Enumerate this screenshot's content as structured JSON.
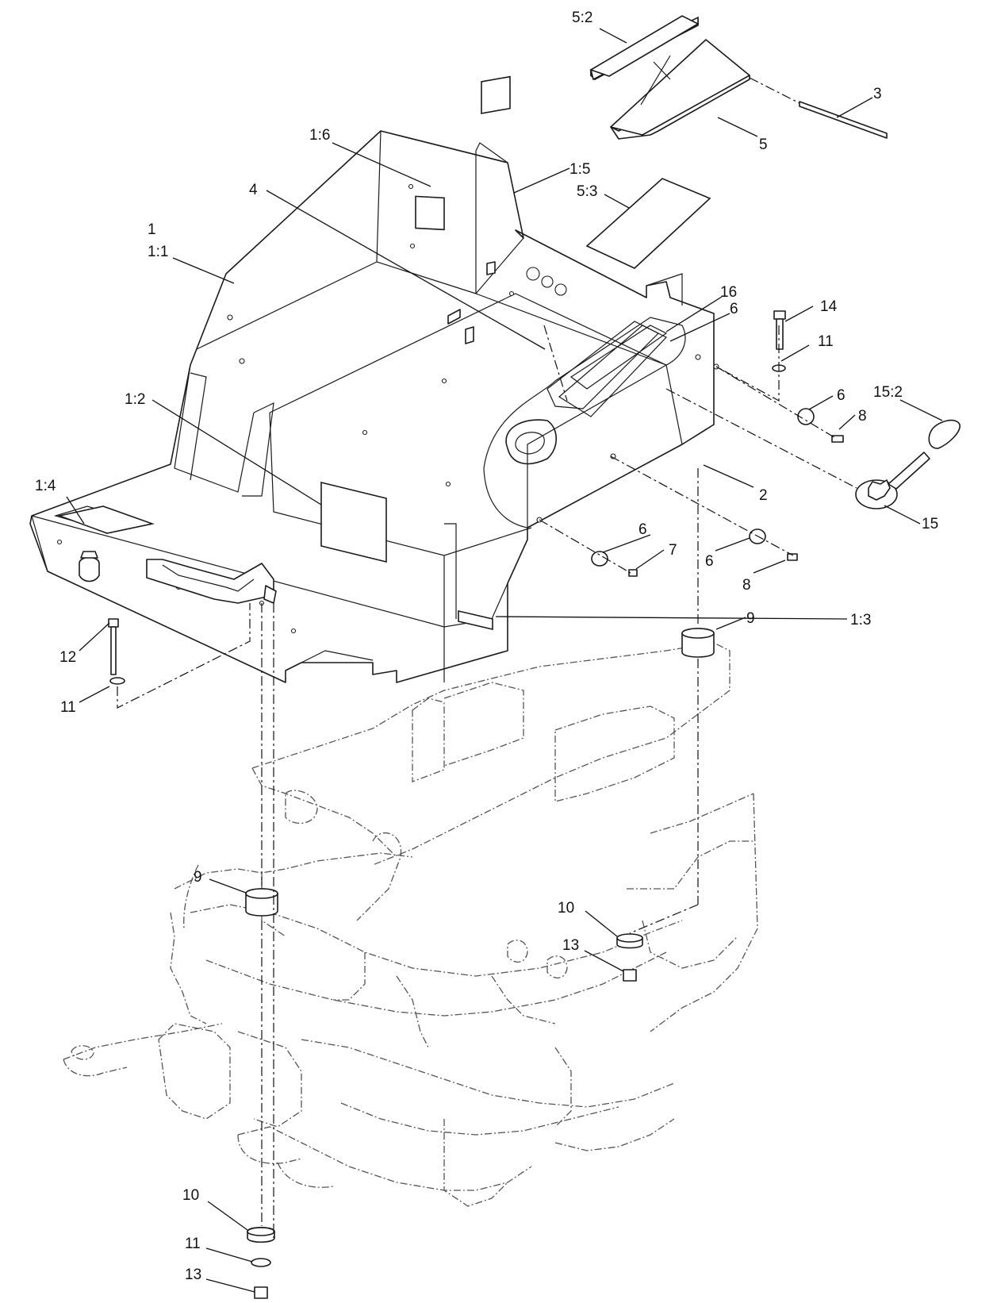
{
  "callouts": {
    "c_5_2": "5:2",
    "c_3": "3",
    "c_5": "5",
    "c_1_6": "1:6",
    "c_1_5": "1:5",
    "c_4": "4",
    "c_5_3": "5:3",
    "c_1": "1",
    "c_1_1": "1:1",
    "c_16": "16",
    "c_6_a": "6",
    "c_14": "14",
    "c_11_a": "11",
    "c_6_b": "6",
    "c_15_2": "15:2",
    "c_8_a": "8",
    "c_1_2": "1:2",
    "c_2": "2",
    "c_1_4": "1:4",
    "c_15": "15",
    "c_6_c": "6",
    "c_7": "7",
    "c_6_d": "6",
    "c_8_b": "8",
    "c_9_a": "9",
    "c_1_3": "1:3",
    "c_12": "12",
    "c_11_b": "11",
    "c_9_b": "9",
    "c_10_a": "10",
    "c_13_a": "13",
    "c_10_b": "10",
    "c_11_c": "11",
    "c_13_b": "13"
  }
}
